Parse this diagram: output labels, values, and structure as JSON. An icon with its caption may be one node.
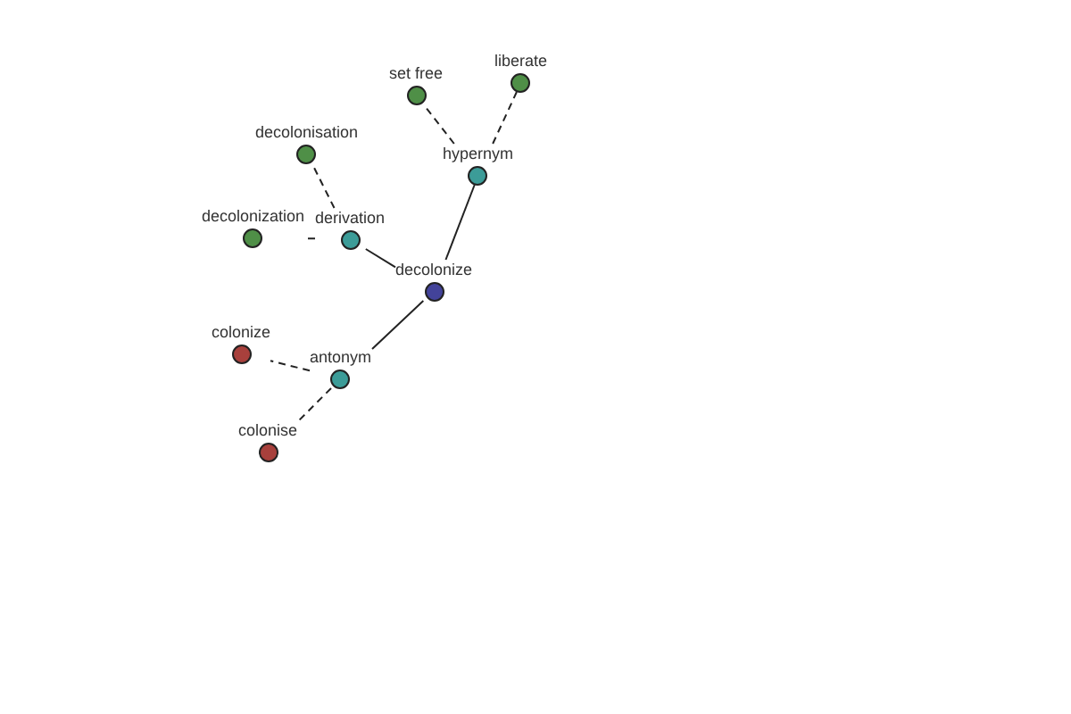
{
  "diagram": {
    "nodes": [
      {
        "text": [
          "set free"
        ]
      },
      {
        "text": [
          "liberate"
        ]
      },
      {
        "text": [
          "decolonisation"
        ]
      },
      {
        "text": [
          "hypernym"
        ]
      },
      {
        "text": [
          "decolonization"
        ]
      },
      {
        "text": [
          "derivation"
        ]
      },
      {
        "text": [
          "decolonize"
        ]
      },
      {
        "text": [
          "colonize"
        ]
      },
      {
        "text": [
          "antonym"
        ]
      },
      {
        "text": [
          "colonise"
        ]
      }
    ],
    "edges": [
      {
        "from": 6,
        "to": 3,
        "arrow": "none"
      },
      {
        "from": 3,
        "to": 0,
        "arrow": "none",
        "style": "dashed"
      },
      {
        "from": 3,
        "to": 1,
        "arrow": "none",
        "style": "dashed"
      },
      {
        "from": 6,
        "to": 5,
        "arrow": "none"
      },
      {
        "from": 5,
        "to": 2,
        "arrow": "none",
        "style": "dashed"
      },
      {
        "from": 5,
        "to": 4,
        "arrow": "none",
        "style": "dashed"
      },
      {
        "from": 6,
        "to": 8,
        "arrow": "none"
      },
      {
        "from": 8,
        "to": 7,
        "arrow": "none",
        "style": "dashed"
      },
      {
        "from": 8,
        "to": 9,
        "arrow": "none",
        "style": "dashed"
      }
    ]
  }
}
